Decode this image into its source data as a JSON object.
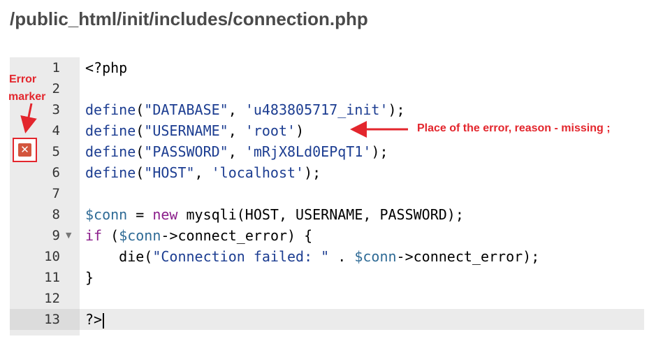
{
  "file_path": "/public_html/init/includes/connection.php",
  "annotations": {
    "marker_label_line1": "Error",
    "marker_label_line2": "marker",
    "error_note": "Place of the error, reason - missing ;",
    "color": "#e3262d"
  },
  "error_marker": {
    "icon": "error-x-icon",
    "line": 5
  },
  "editor": {
    "active_line": 13,
    "lines": [
      {
        "num": "1",
        "text": "<?php"
      },
      {
        "num": "2",
        "text": ""
      },
      {
        "num": "3",
        "text": "define(\"DATABASE\", 'u483805717_init');"
      },
      {
        "num": "4",
        "text": "define(\"USERNAME\", 'root')"
      },
      {
        "num": "5",
        "text": "define(\"PASSWORD\", 'mRjX8Ld0EPqT1');"
      },
      {
        "num": "6",
        "text": "define(\"HOST\", 'localhost');"
      },
      {
        "num": "7",
        "text": ""
      },
      {
        "num": "8",
        "text": "$conn = new mysqli(HOST, USERNAME, PASSWORD);"
      },
      {
        "num": "9",
        "text": "if ($conn->connect_error) {"
      },
      {
        "num": "10",
        "text": "    die(\"Connection failed: \" . $conn->connect_error);"
      },
      {
        "num": "11",
        "text": "}"
      },
      {
        "num": "12",
        "text": ""
      },
      {
        "num": "13",
        "text": "?>"
      }
    ],
    "tokens": {
      "l1": [
        "<?php"
      ],
      "l3": [
        "define",
        "(",
        "\"DATABASE\"",
        ", ",
        "'u483805717_init'",
        ");"
      ],
      "l4": [
        "define",
        "(",
        "\"USERNAME\"",
        ", ",
        "'root'",
        ")"
      ],
      "l5": [
        "define",
        "(",
        "\"PASSWORD\"",
        ", ",
        "'mRjX8Ld0EPqT1'",
        ");"
      ],
      "l6": [
        "define",
        "(",
        "\"HOST\"",
        ", ",
        "'localhost'",
        ");"
      ],
      "l8": [
        "$conn",
        " = ",
        "new",
        " mysqli(HOST, USERNAME, PASSWORD);"
      ],
      "l9": [
        "if",
        " (",
        "$conn",
        "->",
        "connect_error) {"
      ],
      "l10": [
        "    die(",
        "\"Connection failed: \"",
        " . ",
        "$conn",
        "->",
        "connect_error);"
      ],
      "l11": [
        "}"
      ],
      "l13": [
        "?>"
      ]
    },
    "fold_icon": "fold-arrow-icon"
  }
}
